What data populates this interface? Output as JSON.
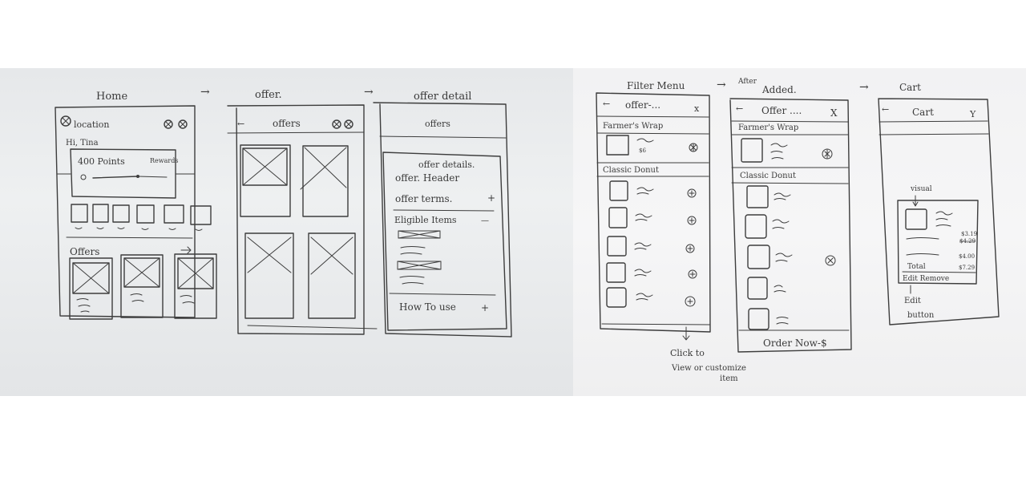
{
  "screens": {
    "home": {
      "title": "Home",
      "location": "location",
      "greeting": "Hi, Tina",
      "points": "400 Points",
      "rewards": "Rewards",
      "offers_label": "Offers"
    },
    "offer": {
      "title": "offer.",
      "header": "offers"
    },
    "offer_detail": {
      "title": "offer detail",
      "header": "offers",
      "card_title": "offer details.",
      "offer_header": "offer. Header",
      "offer_terms": "offer terms.",
      "eligible_items": "Eligible Items",
      "how_to_use": "How To use",
      "plus": "+",
      "minus": "—"
    },
    "filter_menu": {
      "title": "Filter Menu",
      "header": "offer-...",
      "close": "x",
      "section1": "Farmer's Wrap",
      "price": "$6",
      "section2": "Classic Donut",
      "note_line1": "Click to",
      "note_line2": "View or customize",
      "note_line3": "item"
    },
    "after_added": {
      "title_small": "After",
      "title": "Added.",
      "header": "Offer ....",
      "close": "X",
      "section1": "Farmer's Wrap",
      "section2": "Classic Donut",
      "order_button": "Order Now-$"
    },
    "cart": {
      "title": "Cart",
      "header": "Cart",
      "close": "Y",
      "visual_label": "visual",
      "price1": "$3.19",
      "price1_old": "$4.29",
      "price2": "$4.00",
      "total_label": "Total",
      "total_value": "$7.29",
      "edit_remove": "Edit Remove",
      "edit_button_line1": "Edit",
      "edit_button_line2": "button"
    }
  },
  "arrows": {
    "right": "→",
    "down": "↓",
    "back": "←"
  }
}
